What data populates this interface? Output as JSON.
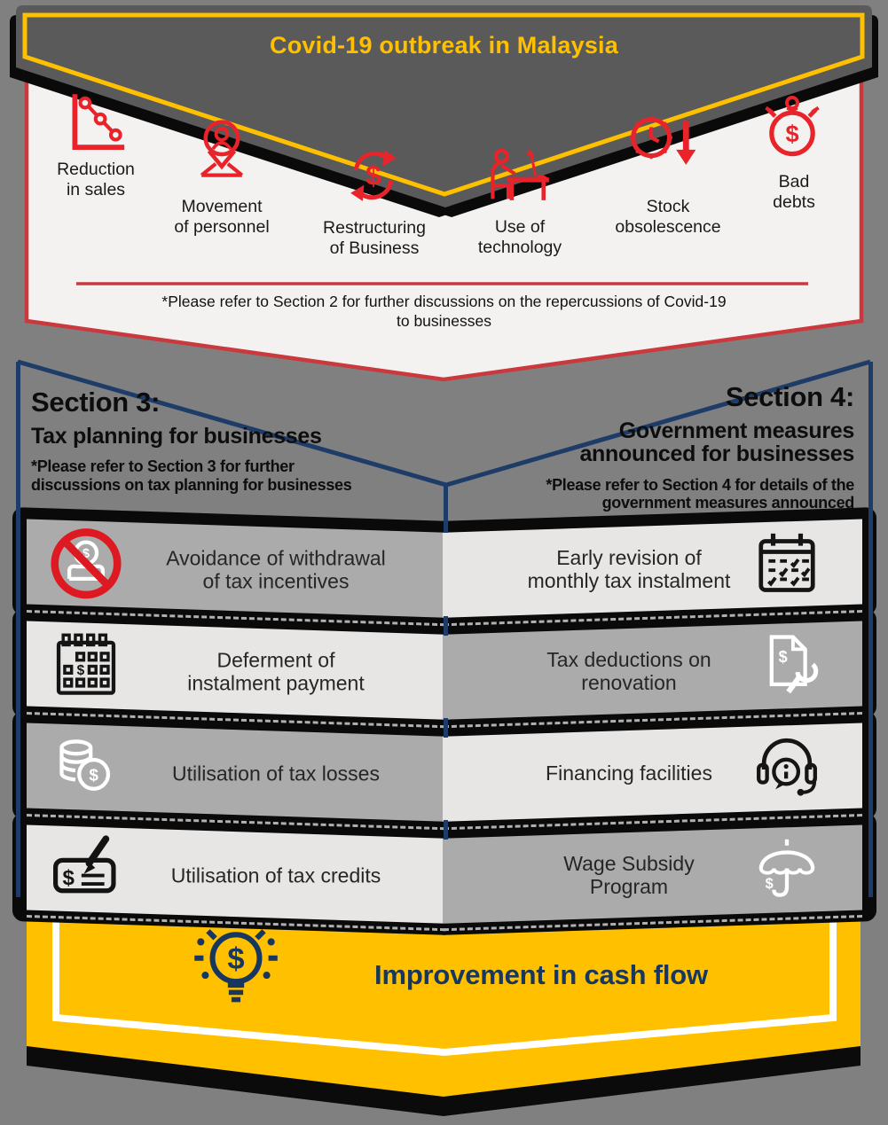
{
  "banner": {
    "title": "Covid-19 outbreak in Malaysia"
  },
  "impacts": {
    "items": [
      {
        "icon": "declining-chart-icon",
        "line1": "Reduction",
        "line2": "in sales"
      },
      {
        "icon": "location-person-icon",
        "line1": "Movement",
        "line2": "of personnel"
      },
      {
        "icon": "cycle-dollar-icon",
        "line1": "Restructuring",
        "line2": "of Business"
      },
      {
        "icon": "person-desk-icon",
        "line1": "Use of",
        "line2": "technology"
      },
      {
        "icon": "clock-down-arrow-icon",
        "line1": "Stock",
        "line2": "obsolescence"
      },
      {
        "icon": "stopwatch-dollar-icon",
        "line1": "Bad",
        "line2": "debts"
      }
    ],
    "footnote_line1": "*Please refer to Section 2 for further discussions on the repercussions of Covid-19",
    "footnote_line2": "to businesses"
  },
  "section3": {
    "title": "Section 3:",
    "subtitle": "Tax planning for businesses",
    "note_line1": "*Please refer to Section 3 for further",
    "note_line2": "discussions on tax planning for businesses"
  },
  "section4": {
    "title": "Section 4:",
    "subtitle_line1": "Government measures",
    "subtitle_line2": "announced for businesses",
    "note_line1": "*Please refer to Section 4 for details of the",
    "note_line2": "government measures announced"
  },
  "rows": [
    {
      "left": {
        "icon": "no-withdrawal-icon",
        "line1": "Avoidance of withdrawal",
        "line2": "of tax incentives"
      },
      "right": {
        "icon": "calendar-checklist-icon",
        "line1": "Early revision of",
        "line2": "monthly tax instalment"
      }
    },
    {
      "left": {
        "icon": "calendar-dollar-icon",
        "line1": "Deferment of",
        "line2": "instalment payment"
      },
      "right": {
        "icon": "invoice-wrench-icon",
        "line1": "Tax deductions on",
        "line2": "renovation"
      }
    },
    {
      "left": {
        "icon": "coins-dollar-icon",
        "line1": "Utilisation of tax losses",
        "line2": ""
      },
      "right": {
        "icon": "headset-info-icon",
        "line1": "Financing facilities",
        "line2": ""
      }
    },
    {
      "left": {
        "icon": "cheque-pen-icon",
        "line1": "Utilisation of tax credits",
        "line2": ""
      },
      "right": {
        "icon": "umbrella-dollar-icon",
        "line1": "Wage Subsidy",
        "line2": "Program"
      }
    }
  ],
  "footer": {
    "label": "Improvement in cash flow"
  },
  "colors": {
    "page_gray": "#808080",
    "banner_gray": "#5A5A5A",
    "accent_yellow": "#FFC000",
    "accent_red": "#E8232A",
    "panel_border_red": "#C9393D",
    "navy": "#1E3C68",
    "ribbon_gray": "#ABABAB",
    "ribbon_light": "#E7E6E4",
    "shadow_black": "#0A0A0A"
  }
}
